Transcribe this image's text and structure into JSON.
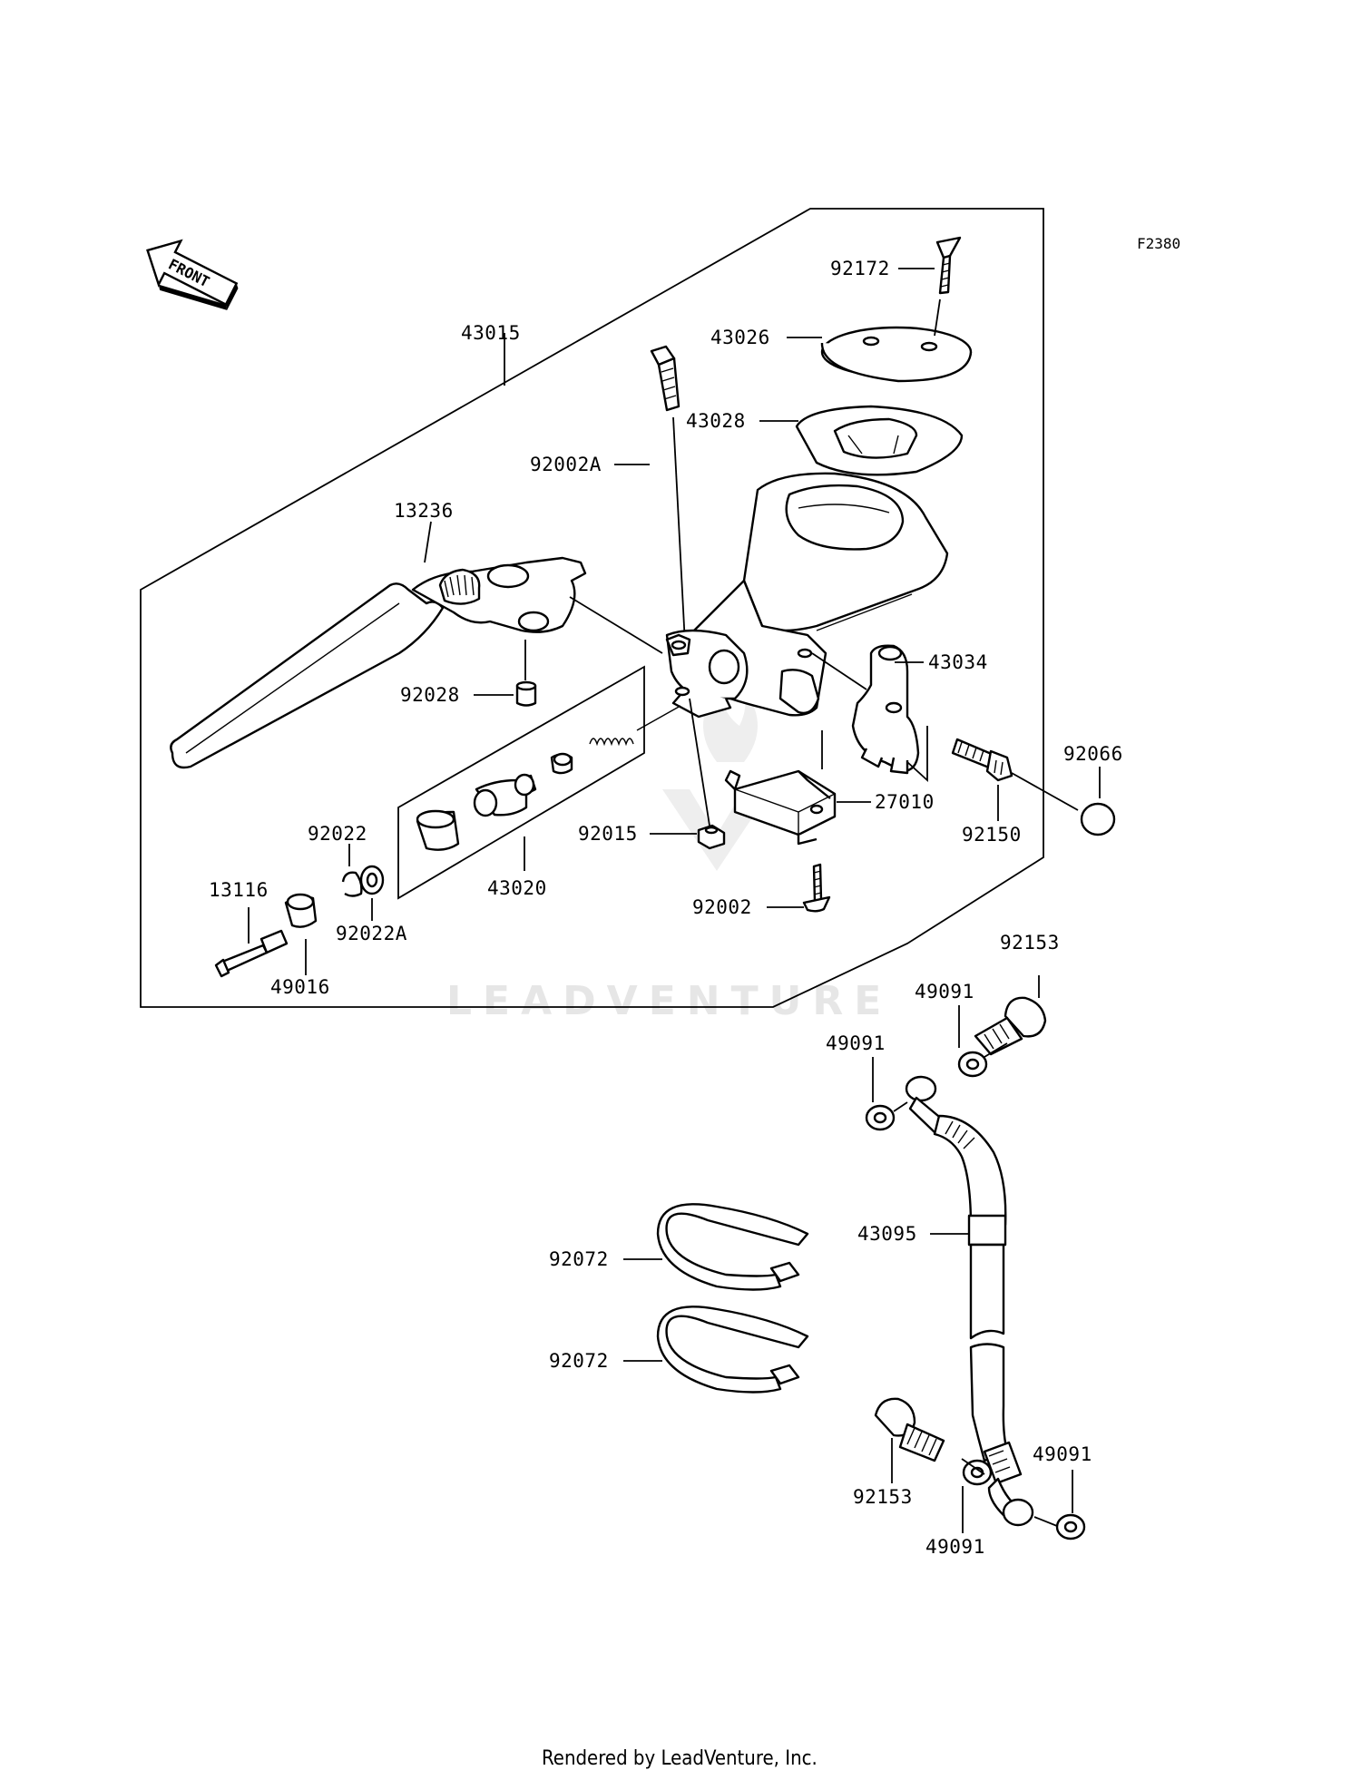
{
  "figure_code": "F2380",
  "front_arrow_label": "FRONT",
  "watermark": "LEADVENTURE",
  "footer": "Rendered by LeadVenture, Inc.",
  "callouts": [
    "92172",
    "43026",
    "43015",
    "43028",
    "92002A",
    "13236",
    "43034",
    "92028",
    "92066",
    "27010",
    "92150",
    "92015",
    "92022",
    "43020",
    "13116",
    "92002",
    "92022A",
    "49016",
    "92153",
    "49091",
    "49091",
    "43095",
    "92072",
    "92072",
    "92153",
    "49091",
    "49091"
  ]
}
